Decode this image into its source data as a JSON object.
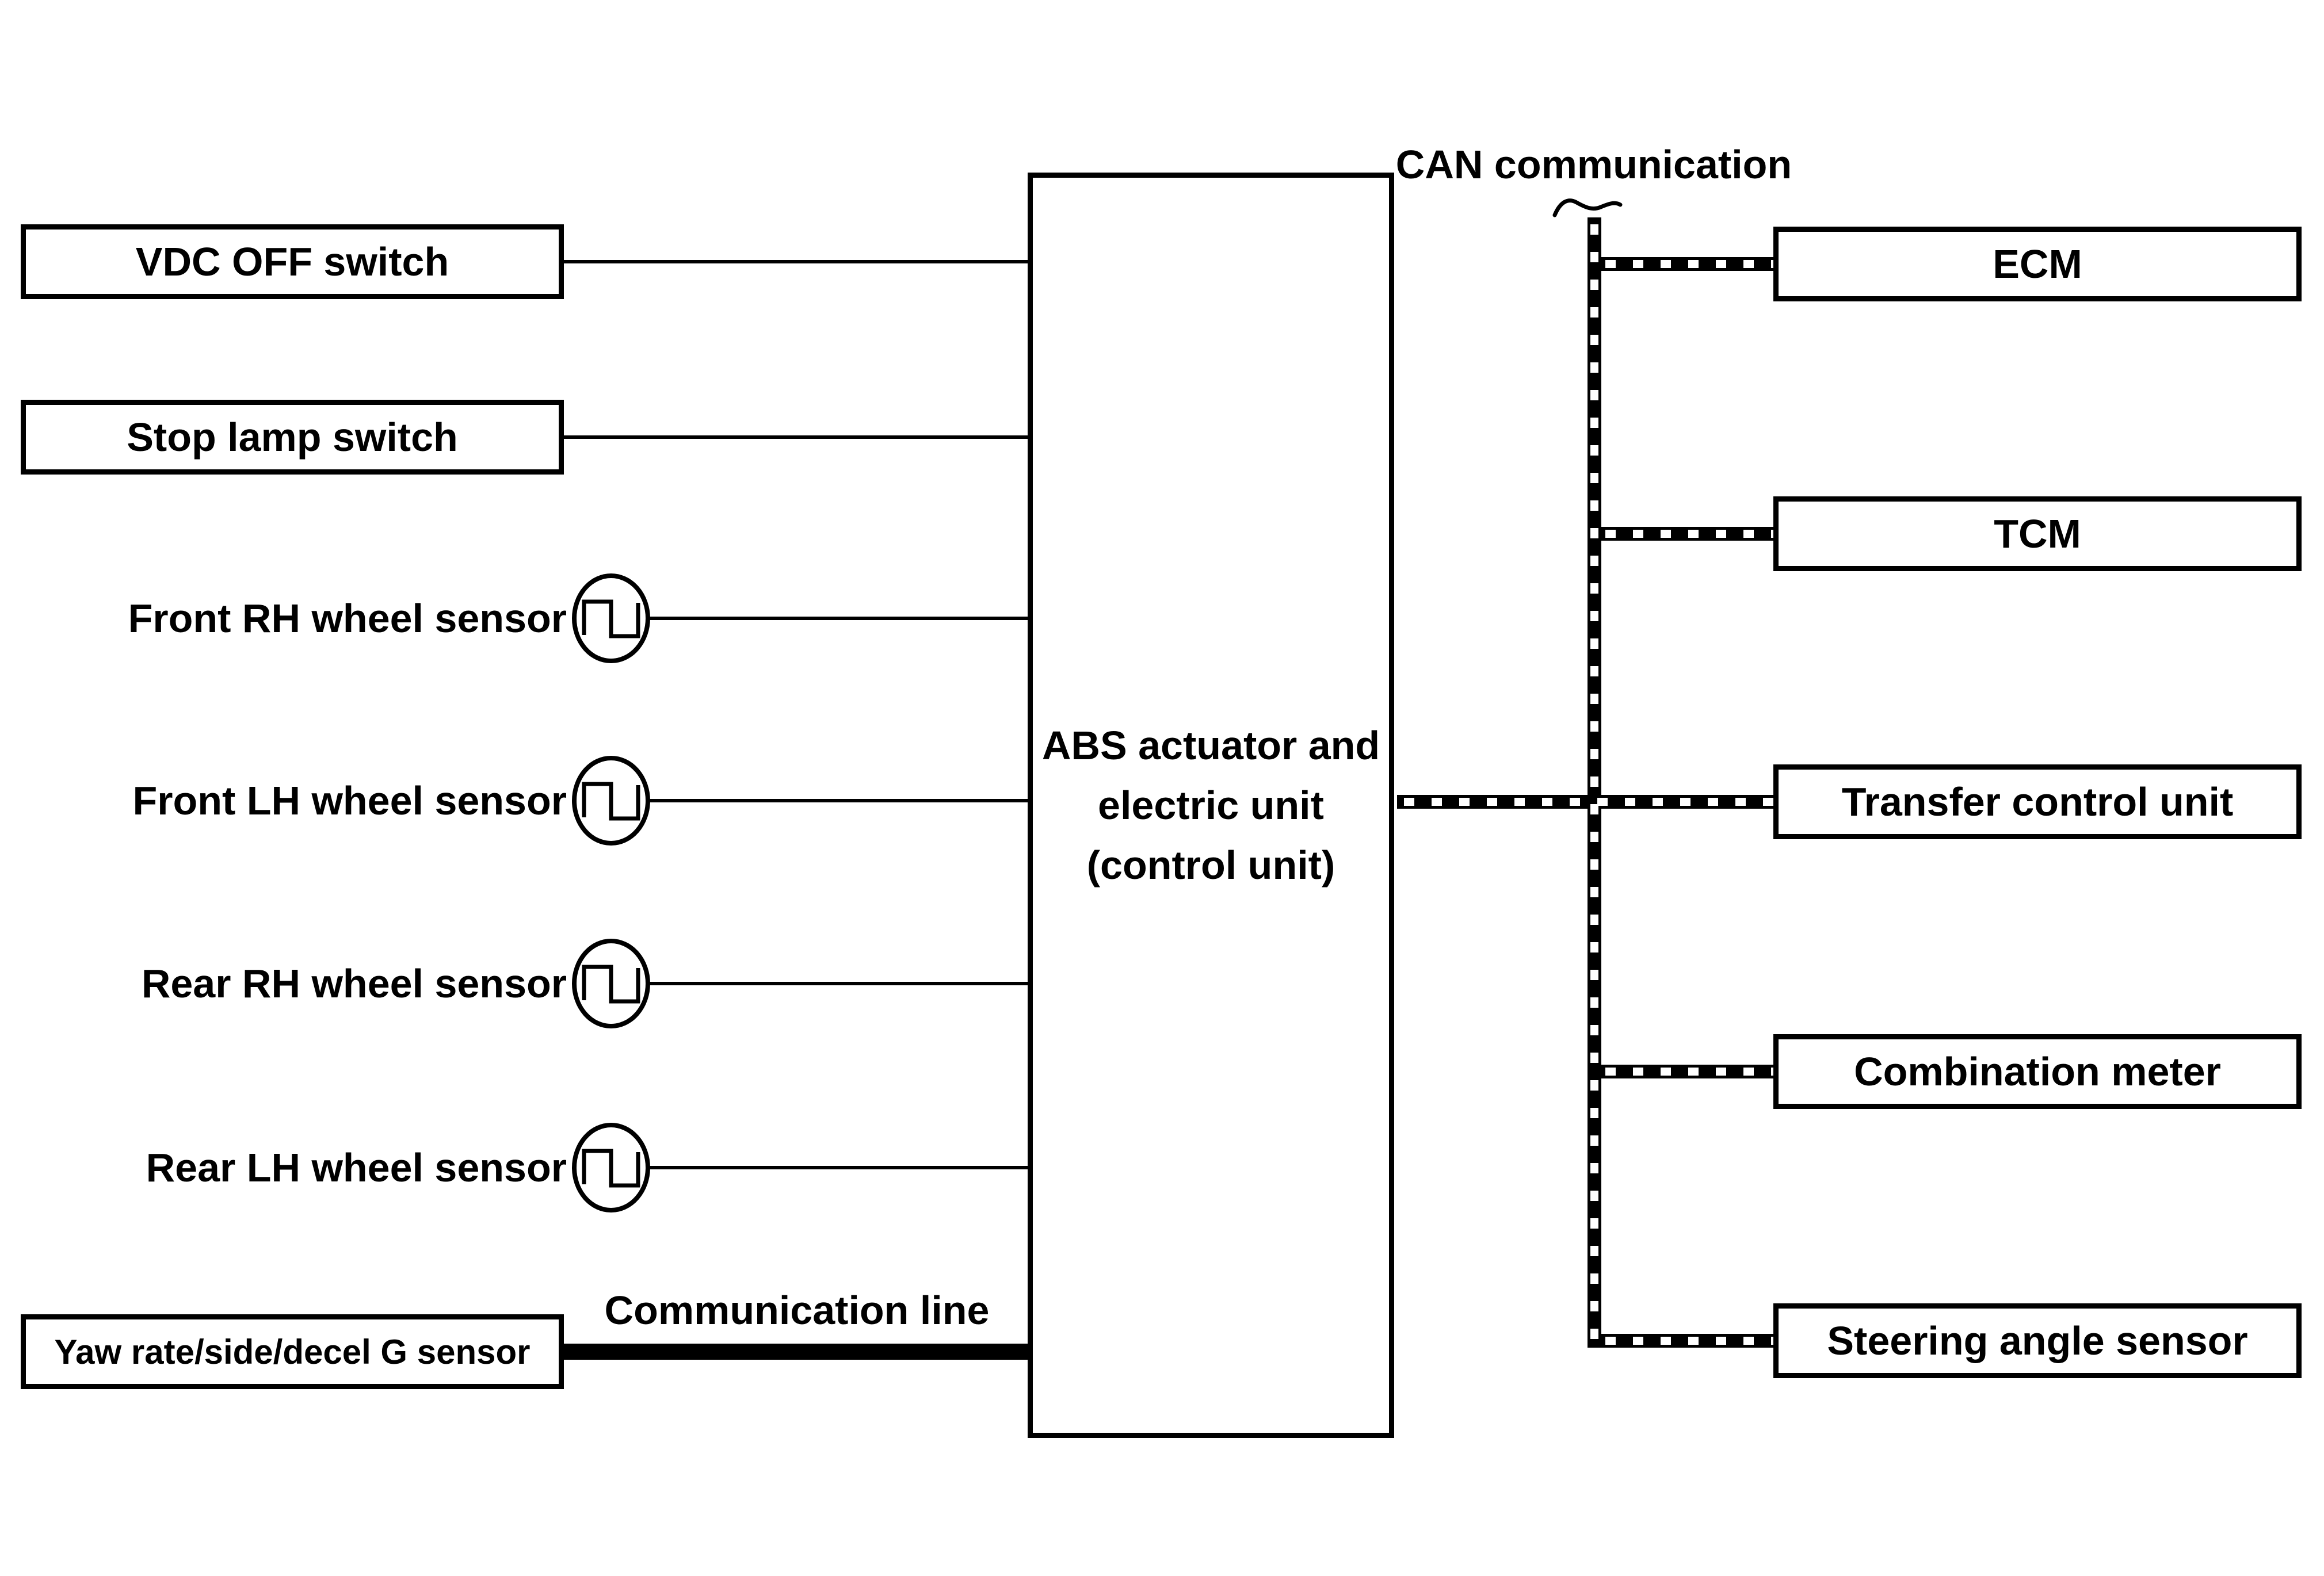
{
  "diagram": {
    "background": "#ffffff",
    "line_color": "#000000",
    "can_label": "CAN communication",
    "comm_label": "Communication line",
    "left": {
      "vdc": "VDC OFF switch",
      "stop": "Stop lamp switch",
      "frh": "Front RH wheel sensor",
      "flh": "Front LH wheel sensor",
      "rrh": "Rear RH wheel sensor",
      "rlh": "Rear LH wheel sensor",
      "yaw": "Yaw rate/side/decel G sensor"
    },
    "center": {
      "lines": [
        "ABS actuator and",
        "electric unit",
        "(control unit)"
      ]
    },
    "right": {
      "ecm": "ECM",
      "tcm": "TCM",
      "transfer": "Transfer control unit",
      "meter": "Combination meter",
      "steering": "Steering angle sensor"
    },
    "icons": {
      "wheel_sensor": "pulse-wave-icon",
      "can_marker": "squiggle-pointer-icon"
    }
  }
}
